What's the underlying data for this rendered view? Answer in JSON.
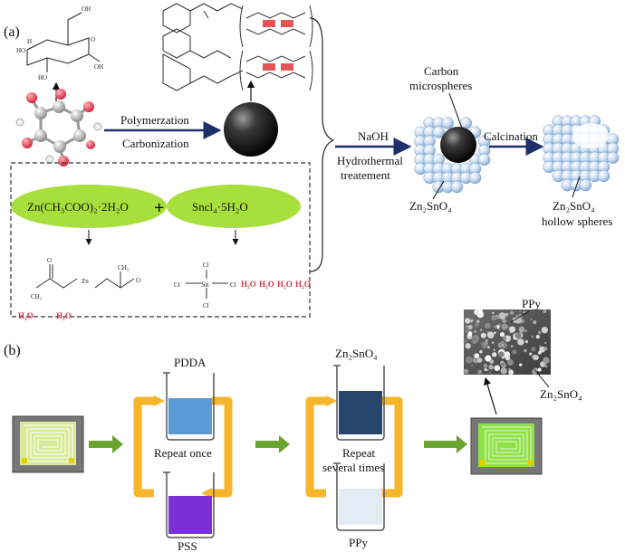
{
  "panel_a": {
    "label": "(a)",
    "process_top": "Polymerzation",
    "process_bottom": "Carbonization",
    "reagent_left": "Zn(CH₃COO)₂·2H₂O",
    "plus": "+",
    "reagent_right": "Sncl₄·5H₂O",
    "water": "H₂O",
    "step_naoh": "NaOH",
    "step_hydro_1": "Hydrothermal",
    "step_hydro_2": "treatement",
    "carbon_1": "Carbon",
    "carbon_2": "microspheres",
    "zn2sno4": "Zn₂SnO₄",
    "calcination": "Calcination",
    "product_1": "Zn₂SnO₄",
    "product_2": "hollow spheres",
    "sn": "Sn",
    "zn": "Zn",
    "cl": "Cl",
    "ch3": "CH₃",
    "o": "O"
  },
  "panel_b": {
    "label": "(b)",
    "pdda": "PDDA",
    "repeat_once": "Repeat once",
    "pss": "PSS",
    "zn2sno4": "Zn₂SnO₄",
    "repeat_1": "Repeat",
    "repeat_2": "several times",
    "ppy": "PPy",
    "sem_ppy": "PPy",
    "sem_zn2sno4": "Zn₂SnO₄"
  },
  "colors": {
    "arrow_dark": "#1f2f6b",
    "green_ellipse": "#a7df3c",
    "beaker_blue": "#5b9bd5",
    "beaker_purple": "#7b2fd6",
    "beaker_navy": "#26466e",
    "loop_orange": "#f7b52b",
    "arrow_green": "#6aa42e"
  }
}
